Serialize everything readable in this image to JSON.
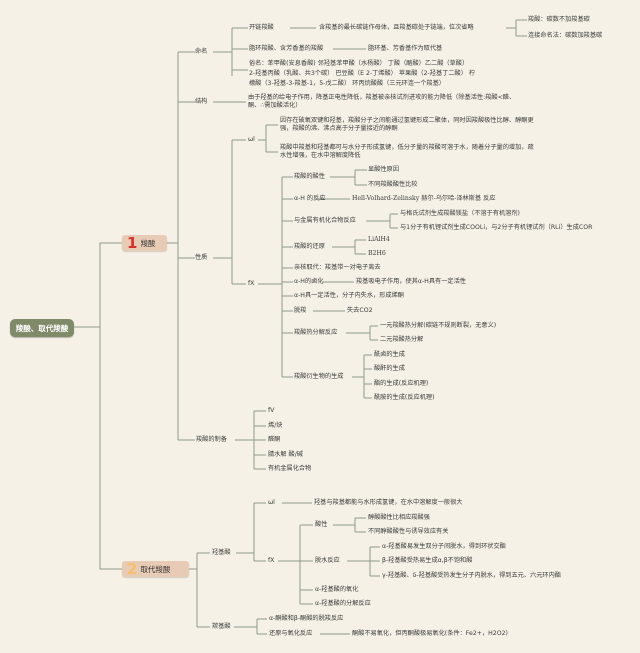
{
  "root": "羧酸、取代羧酸",
  "branches": [
    {
      "number": "1",
      "label": "羧酸"
    },
    {
      "number": "2",
      "label": "取代羧酸"
    }
  ],
  "n1": {
    "naming": {
      "label": "命名",
      "chain_rule": "开链羧酸",
      "chain_text": "含羧基的最长碳链作母体，且羧基碳处于链端，位次省略",
      "dicarbox": "羧酸：碳数不加羧基碳",
      "link_note": "连接命名法：碳数加羧基碳",
      "cyclic_rule": "脂环羧酸、含芳香基的羧酸",
      "cyclic_text": "脂环基、芳香基作为取代基",
      "common_line1": "俗名：苯甲酸(安息香酸) 邻羟基苯甲酸（水杨酸） 丁酸（酪酸）乙二酸（草酸）",
      "common_line2": "2-羟基丙酸（乳酸、共3个碳） 巴豆酸（E 2-丁烯酸） 苹果酸（2-羟基丁二酸） 柠",
      "common_line3": "檬酸（3-羟基-3-羧基-1，5-戊二酸） 环丙烷酸酸（三元环连一个羧基）"
    },
    "structure": {
      "label": "结构",
      "text": "由于羟基的给电子作用，降基正电性降低，羧基被亲核试剂进攻的能力降低（除基活性:羧酸<醛、酮、∴需加酸活化）"
    },
    "properties": {
      "label": "性质",
      "wl_label": "ωl",
      "wl_items": [
        "因存在破氧双键和羟基，羧酸分子之间能通过氢键形成二聚体，同时因羧酸极性比醇、醇酮更强，羧酸的沸、沸点高于分子量接近的醇酮",
        "羧酸中羧基和羟基都可与水分子形成氢键，低分子量的羧酸可溶于水，随着分子量的增加，疏水性增强，在水中溶解度降低"
      ],
      "fx_label": "fX",
      "acidity": "羧酸的酸性",
      "acidity_items": [
        "显酸性原因",
        "不同羧酸酸性比较"
      ],
      "alpha_h": "α-H 的反应",
      "alpha_h_text": "Hell-Volhard-Zelinsky 赫尔-乌尔哈-泽林斯基 反应",
      "metal": "与金属有机化合物反应",
      "metal_items": [
        "与格氏试剂生成羧酸镁盐（不溶于有机溶剂)",
        "与1分子有机锂试剂生成COOLi，与2分子有机锂试剂（RLi）生成COR"
      ],
      "reduction": "羧酸的还原",
      "reduction_items": [
        "LiAlH4",
        "B2H6"
      ],
      "nuc": "亲核取代：羧基带一对电子离去",
      "halogen": "α-H的卤化",
      "halogen_text": "羧基吸电子作用，使其α-H具有一定活性",
      "alpha_acid": "α-H具一定活性，分子内失水，形成烯酮",
      "decarbox": "脱羧",
      "decarbox_text": "失去CO2",
      "pyrolysis": "羧酸热分解反应",
      "pyrolysis_items": [
        "一元羧酸热分解(碳链不规则断裂，无意义)",
        "二元羧酸热分解"
      ],
      "derivative": "羧酸衍生物的生成",
      "derivative_items": [
        "酰卤的生成",
        "酸酐的生成",
        "酯的生成(反应机理)",
        "酰胺的生成(反应机理)"
      ]
    },
    "preparation": {
      "label": "羧酸的制备",
      "items": [
        "fV",
        "烯/炔",
        "醛酮",
        "腈水解 酸/碱",
        "有机金属化合物"
      ]
    }
  },
  "n2": {
    "hydroxy": {
      "label": "羟基酸",
      "wl_label": "ωl",
      "wl_text": "羟基与羧基都能与水形成氢键，在水中溶解度一般很大",
      "fx_label": "fX",
      "acidity": "酸性",
      "acidity_items": [
        "醇酸酸性比相应羧酸强",
        "不同醇酸酸性与诱导效应有关"
      ],
      "dehydration": "脱水反应",
      "dehydration_items": [
        "α-羟基酸易发生双分子间脱水，得到环状交酯",
        "β-羟基酸受热易生成α,β不饱和酸",
        "γ-羟基酸、δ-羟基酸受热发生分子内脱水，得到五元、六元环内酯"
      ],
      "oxidation": "α-羟基酸的氧化",
      "decomposition": "α-羟基酸的分解反应"
    },
    "oxo": {
      "label": "羰基酸",
      "decarbox": "α-酮酸和β-酮酸的脱羧反应",
      "redox": "还原与氧化反应",
      "redox_text": "酮酸不易氧化，但丙酮酸极易氧化(条件：Fe2+，H2O2)"
    }
  },
  "colors": {
    "background": "#f6f1e6",
    "root": "#7f8a69",
    "branch": "#e8cbb4",
    "line": "#8d9a8c",
    "number_one": "#d8302a",
    "number_two": "#f4c16a"
  }
}
